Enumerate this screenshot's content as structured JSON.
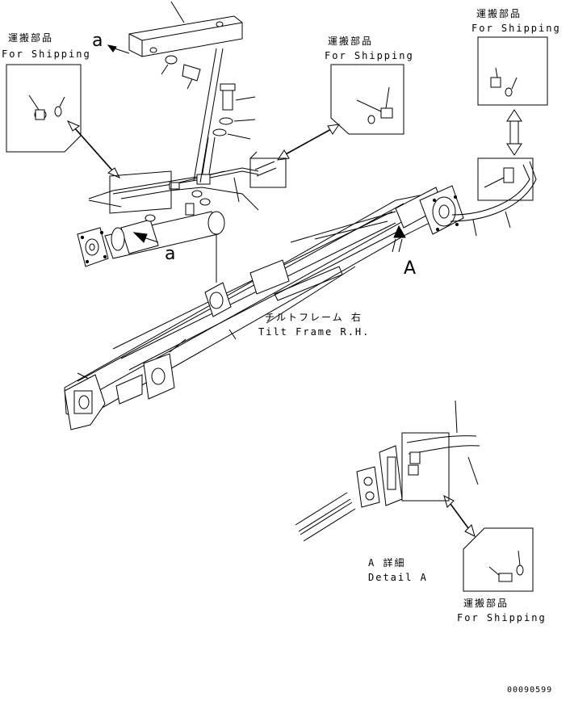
{
  "shipping_boxes": [
    {
      "jp": "運搬部品",
      "en": "For Shipping"
    },
    {
      "jp": "運搬部品",
      "en": "For Shipping"
    },
    {
      "jp": "運搬部品",
      "en": "For Shipping"
    },
    {
      "jp": "運搬部品",
      "en": "For Shipping"
    }
  ],
  "view_marks": {
    "a_top": "a",
    "a_bottom": "a",
    "A_arrow": "A"
  },
  "tilt_frame": {
    "jp": "チルトフレーム 右",
    "en": "Tilt Frame R.H."
  },
  "detail": {
    "jp": "A 詳細",
    "en": "Detail A"
  },
  "drawing_number": "00090599"
}
